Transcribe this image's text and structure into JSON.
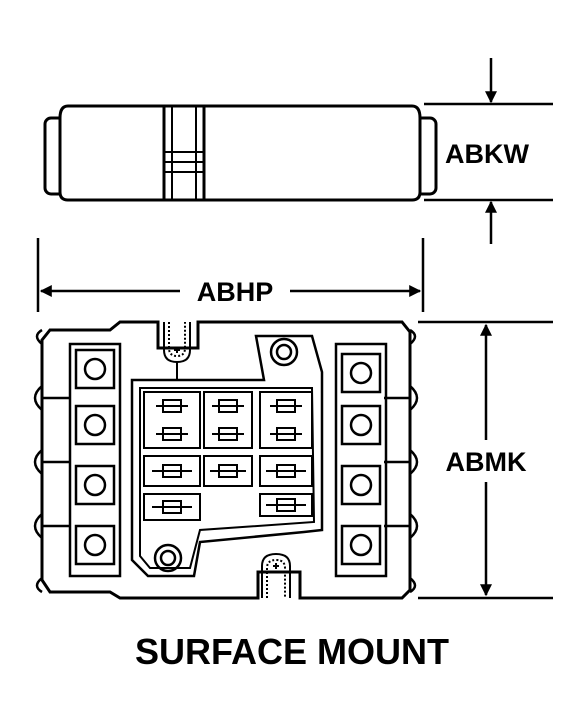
{
  "diagram": {
    "dimension_labels": {
      "width": "ABKW",
      "length": "ABHP",
      "height": "ABMK"
    },
    "caption": "SURFACE MOUNT"
  }
}
